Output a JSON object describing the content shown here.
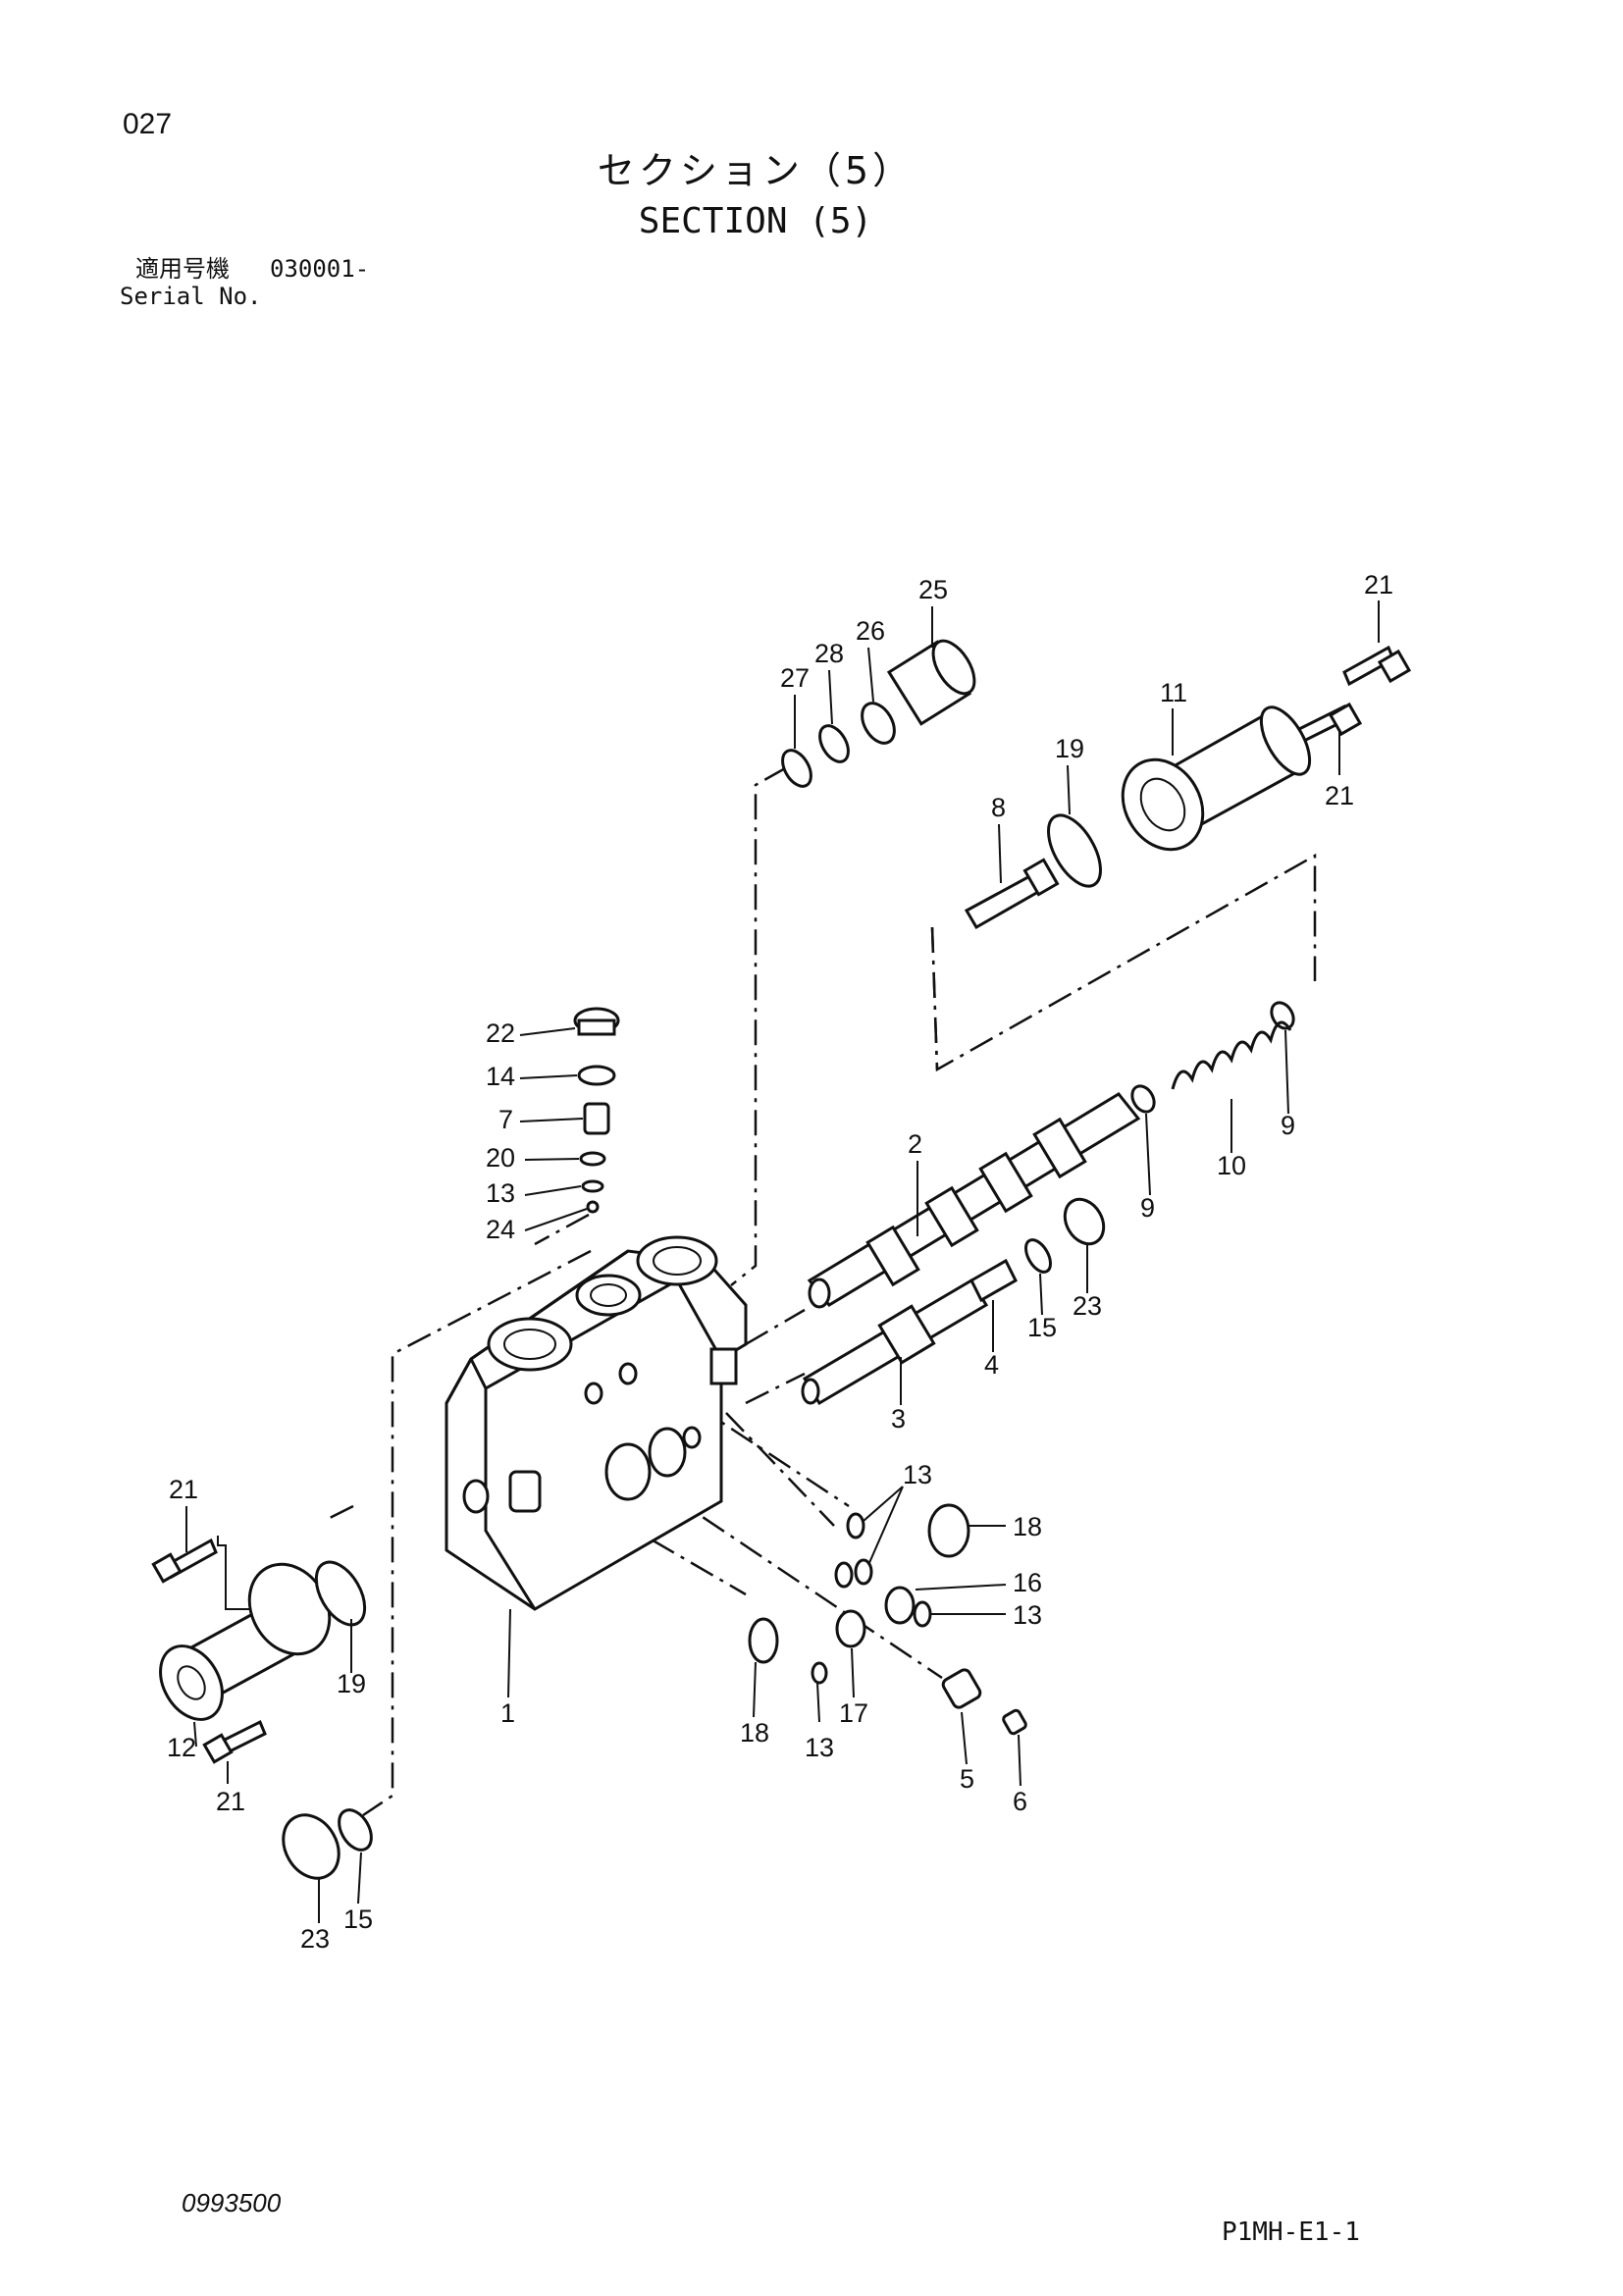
{
  "header": {
    "page_number": "027",
    "title_jp": "セクション（5）",
    "title_en": "SECTION (5)",
    "serial_label_jp": "適用号機",
    "serial_value": "030001-",
    "serial_label_en": "Serial No."
  },
  "footer": {
    "document_code": "0993500",
    "reference_code": "P1MH-E1-1"
  },
  "callouts": {
    "c25": "25",
    "c26": "26",
    "c28": "28",
    "c27": "27",
    "c21a": "21",
    "c11": "11",
    "c21b": "21",
    "c19a": "19",
    "c8": "8",
    "c22": "22",
    "c14": "14",
    "c7": "7",
    "c20": "20",
    "c13a": "13",
    "c24": "24",
    "c2": "2",
    "c9a": "9",
    "c10": "10",
    "c9b": "9",
    "c23a": "23",
    "c15a": "15",
    "c4": "4",
    "c3": "3",
    "c13b": "13",
    "c18a": "18",
    "c16": "16",
    "c13c": "13",
    "c21c": "21",
    "c19b": "19",
    "c1": "1",
    "c12": "12",
    "c21d": "21",
    "c18b": "18",
    "c13d": "13",
    "c17": "17",
    "c5": "5",
    "c6": "6",
    "c23b": "23",
    "c15b": "15"
  }
}
